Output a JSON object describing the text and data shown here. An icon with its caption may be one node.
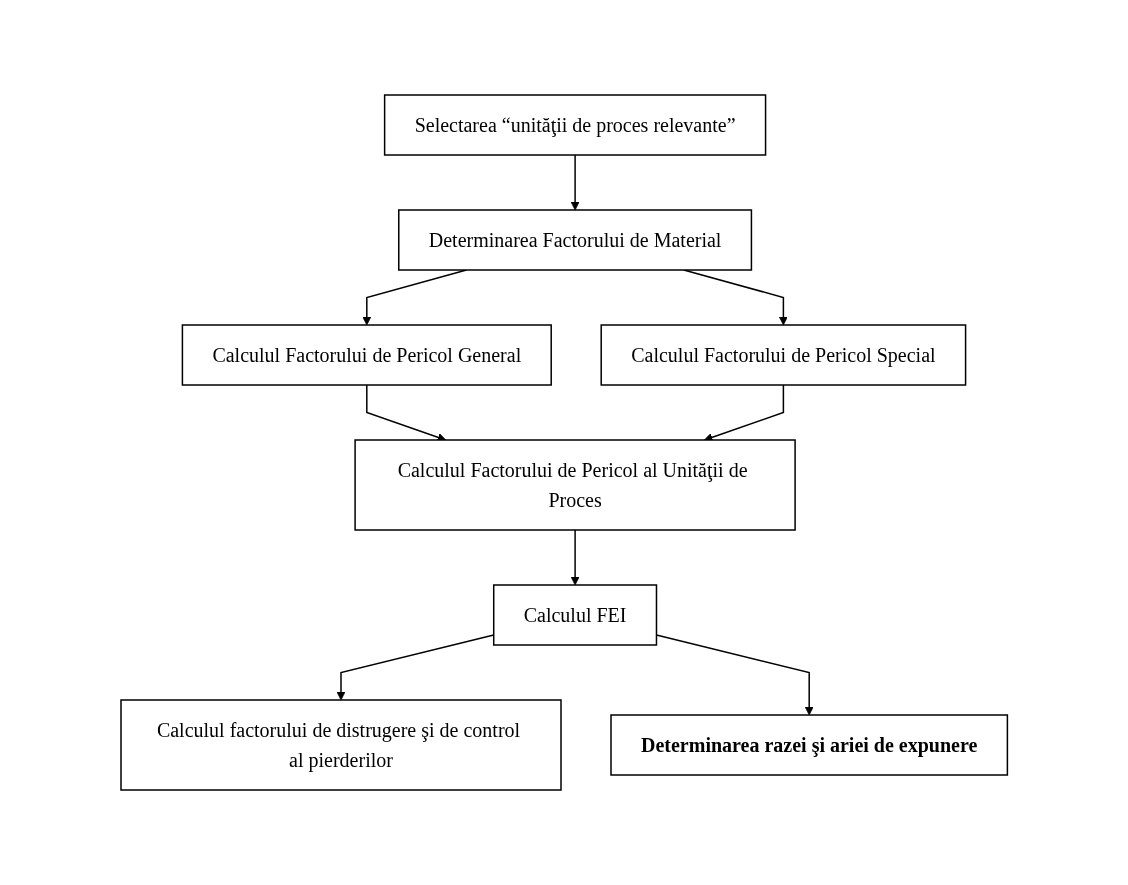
{
  "diagram": {
    "nodes": [
      {
        "text": [
          "Selectarea “unităţii de proces relevante”"
        ]
      },
      {
        "text": [
          "Determinarea Factorului de Material"
        ]
      },
      {
        "text": [
          "Calculul Factorului de Pericol General"
        ]
      },
      {
        "text": [
          "Calculul Factorului de Pericol Special"
        ]
      },
      {
        "text": [
          "Calculul Factorului de Pericol al Unităţii de Proces"
        ]
      },
      {
        "text": [
          "Calculul FEI"
        ]
      },
      {
        "text": [
          "Calculul factorului de distrugere şi de control al pierderilor"
        ]
      },
      {
        "text": [
          "Determinarea razei şi ariei de expunere"
        ]
      }
    ],
    "edges": [
      {
        "from": 0,
        "to": 1,
        "arrow": "to"
      },
      {
        "from": 1,
        "to": 2,
        "arrow": "to"
      },
      {
        "from": 1,
        "to": 3,
        "arrow": "to"
      },
      {
        "from": 2,
        "to": 4,
        "arrow": "to"
      },
      {
        "from": 3,
        "to": 4,
        "arrow": "to"
      },
      {
        "from": 4,
        "to": 5,
        "arrow": "to"
      },
      {
        "from": 5,
        "to": 6,
        "arrow": "to"
      },
      {
        "from": 5,
        "to": 7,
        "arrow": "to"
      }
    ]
  }
}
